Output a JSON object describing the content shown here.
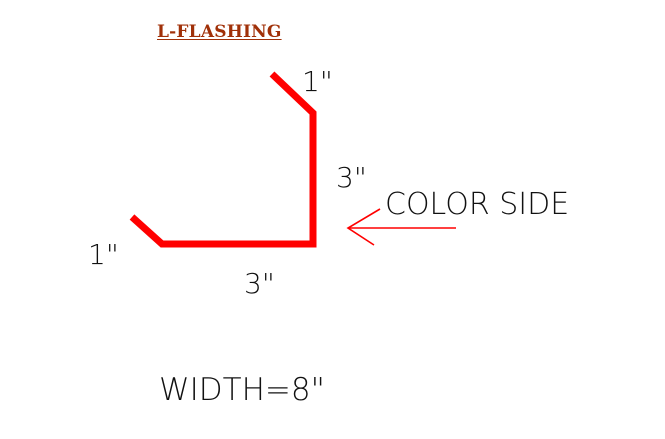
{
  "diagram": {
    "title": "L-FLASHING",
    "dimensions": {
      "top_flange": "1\"",
      "vertical_leg": "3\"",
      "horizontal_leg": "3\"",
      "bottom_flange": "1\""
    },
    "annotation": "COLOR SIDE",
    "width_label": "WIDTH=8\""
  },
  "colors": {
    "profile": "#ff0000",
    "title": "#a03008",
    "arrow": "#ff0000",
    "text": "#111111"
  }
}
